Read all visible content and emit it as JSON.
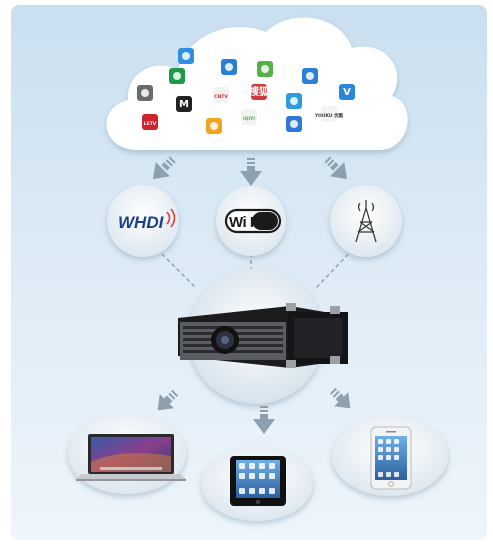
{
  "cloud": {
    "apps": [
      {
        "icon": "video-app-icon",
        "text": "",
        "color": "#2f8fe0"
      },
      {
        "icon": "camera-app-icon",
        "text": "",
        "color": "#2a7fd0"
      },
      {
        "icon": "cube-app-icon",
        "text": "",
        "color": "#55b04a"
      },
      {
        "icon": "play-app-icon",
        "text": "",
        "color": "#1c9a4a"
      },
      {
        "icon": "cloud-app-icon",
        "text": "",
        "color": "#2e7fd8"
      },
      {
        "icon": "loop-app-icon",
        "text": "",
        "color": "#6a6a6a"
      },
      {
        "icon": "m-app-icon",
        "text": "M",
        "color": "#222222"
      },
      {
        "icon": "tv-app-icon",
        "text": "CNTV",
        "color": "#c8333a"
      },
      {
        "icon": "tv-app-icon",
        "text": "搜狐",
        "color": "#d03a3a"
      },
      {
        "icon": "gem-app-icon",
        "text": "",
        "color": "#2c9be0"
      },
      {
        "icon": "v-app-icon",
        "text": "V",
        "color": "#2a86d8"
      },
      {
        "icon": "letv-app-icon",
        "text": "LETV",
        "color": "#d0232a"
      },
      {
        "icon": "face-app-icon",
        "text": "",
        "color": "#f0a420"
      },
      {
        "icon": "qiyi-app-icon",
        "text": "iQIYI",
        "color": "#45b23c"
      },
      {
        "icon": "camera-app-icon",
        "text": "",
        "color": "#2f7ad6"
      },
      {
        "icon": "youku-app-icon",
        "text": "YOUKU 优酷",
        "color": "#3a3a3a"
      }
    ]
  },
  "connections": [
    {
      "label": "WHDI",
      "icon": "whdi-icon"
    },
    {
      "label": "Wi Fi",
      "icon": "wifi-icon"
    },
    {
      "label": "",
      "icon": "cell-tower-icon"
    }
  ],
  "hub": {
    "icon": "projector-icon"
  },
  "devices": [
    {
      "icon": "laptop-icon"
    },
    {
      "icon": "tablet-icon"
    },
    {
      "icon": "smartphone-icon"
    }
  ],
  "colors": {
    "arrow": "#8ea0ae",
    "cloud": "#ffffff",
    "circle": "#e8eef3",
    "projector": "#1c1c1e"
  }
}
